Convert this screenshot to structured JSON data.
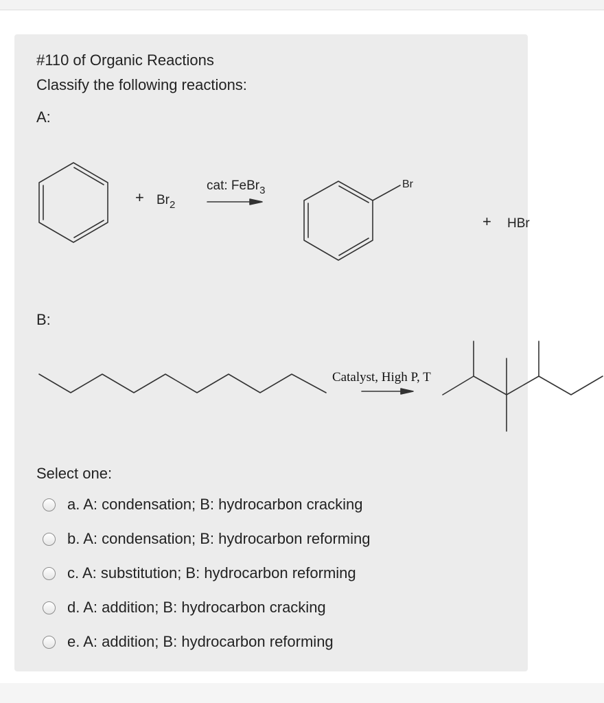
{
  "question": {
    "title": "#110 of Organic Reactions",
    "prompt": "Classify the following reactions:"
  },
  "reaction_a": {
    "label": "A:",
    "plus_1": "+",
    "reagent_main": "Br",
    "reagent_sub": "2",
    "catalyst_main": "cat: FeBr",
    "catalyst_sub": "3",
    "product_substituent": "Br",
    "plus_2": "+",
    "byproduct": "HBr"
  },
  "reaction_b": {
    "label": "B:",
    "conditions": "Catalyst, High P, T"
  },
  "answer": {
    "select_label": "Select one:",
    "options": [
      {
        "id": "a",
        "label": "a. A: condensation; B: hydrocarbon cracking"
      },
      {
        "id": "b",
        "label": "b. A: condensation; B: hydrocarbon reforming"
      },
      {
        "id": "c",
        "label": "c. A: substitution; B: hydrocarbon reforming"
      },
      {
        "id": "d",
        "label": "d. A: addition; B: hydrocarbon cracking"
      },
      {
        "id": "e",
        "label": "e. A: addition; B: hydrocarbon reforming"
      }
    ]
  }
}
